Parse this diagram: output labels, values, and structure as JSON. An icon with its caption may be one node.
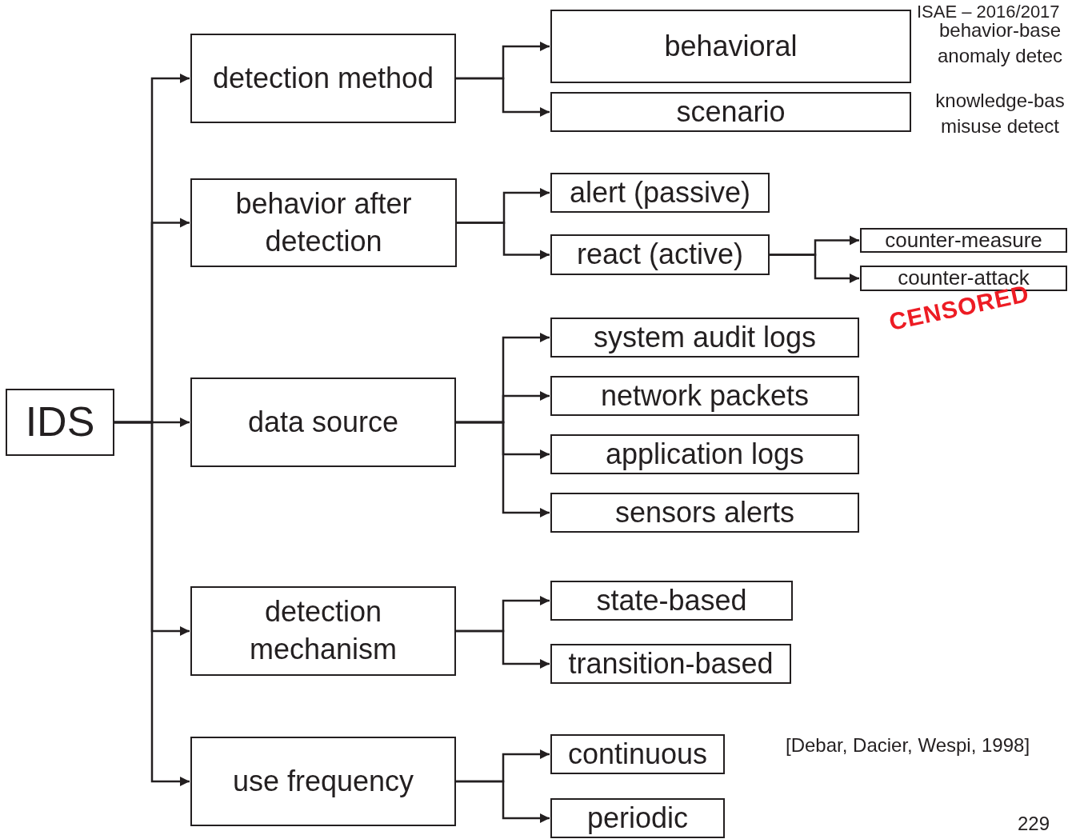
{
  "diagram": {
    "nodes": [
      {
        "text": [
          "IDS"
        ]
      },
      {
        "text": [
          "detection method"
        ]
      },
      {
        "text": [
          "behavioral"
        ],
        "beside": [
          "behavior-base anomaly detec"
        ]
      },
      {
        "text": [
          "scenario"
        ],
        "beside": [
          "knowledge-bas misuse detect"
        ]
      },
      {
        "text": [
          "behavior after detection"
        ]
      },
      {
        "text": [
          "alert (passive)"
        ]
      },
      {
        "text": [
          "react (active)"
        ]
      },
      {
        "text": [
          "counter-measure"
        ]
      },
      {
        "text": [
          "counter-attack"
        ]
      },
      {
        "text": [
          "data source"
        ]
      },
      {
        "text": [
          "system audit logs"
        ]
      },
      {
        "text": [
          "network packets"
        ]
      },
      {
        "text": [
          "application logs"
        ]
      },
      {
        "text": [
          "sensors alerts"
        ]
      },
      {
        "text": [
          "detection mechanism"
        ]
      },
      {
        "text": [
          "state-based"
        ]
      },
      {
        "text": [
          "transition-based"
        ]
      },
      {
        "text": [
          "use frequency"
        ]
      },
      {
        "text": [
          "continuous"
        ]
      },
      {
        "text": [
          "periodic"
        ]
      }
    ],
    "edges": [
      {
        "from": 0,
        "to": 1,
        "arrow": "to"
      },
      {
        "from": 0,
        "to": 4,
        "arrow": "to"
      },
      {
        "from": 0,
        "to": 9,
        "arrow": "to"
      },
      {
        "from": 0,
        "to": 14,
        "arrow": "to"
      },
      {
        "from": 0,
        "to": 17,
        "arrow": "to"
      },
      {
        "from": 1,
        "to": 2,
        "arrow": "to"
      },
      {
        "from": 1,
        "to": 3,
        "arrow": "to"
      },
      {
        "from": 4,
        "to": 5,
        "arrow": "to"
      },
      {
        "from": 4,
        "to": 6,
        "arrow": "to"
      },
      {
        "from": 6,
        "to": 7,
        "arrow": "to"
      },
      {
        "from": 6,
        "to": 8,
        "arrow": "to"
      },
      {
        "from": 9,
        "to": 10,
        "arrow": "to"
      },
      {
        "from": 9,
        "to": 11,
        "arrow": "to"
      },
      {
        "from": 9,
        "to": 12,
        "arrow": "to"
      },
      {
        "from": 9,
        "to": 13,
        "arrow": "to"
      },
      {
        "from": 14,
        "to": 15,
        "arrow": "to"
      },
      {
        "from": 14,
        "to": 16,
        "arrow": "to"
      },
      {
        "from": 17,
        "to": 18,
        "arrow": "to"
      },
      {
        "from": 17,
        "to": 19,
        "arrow": "to"
      }
    ],
    "labels": [
      "ISAE – 2016/2017",
      "CENSORED",
      "[Debar, Dacier, Wespi, 1998]",
      "229"
    ]
  }
}
